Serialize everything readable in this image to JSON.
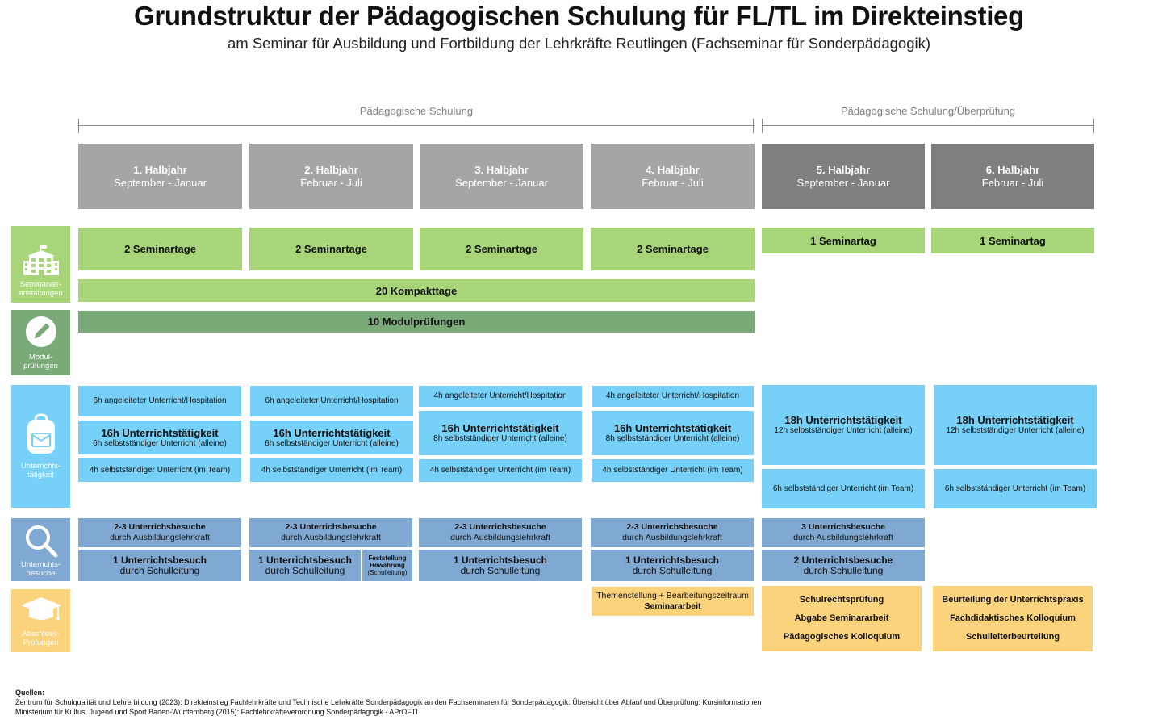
{
  "title": "Grundstruktur der Pädagogischen Schulung für FL/TL im Direkteinstieg",
  "subtitle": "am Seminar für Ausbildung und Fortbildung der Lehrkräfte Reutlingen (Fachseminar für Sonderpädagogik)",
  "phases": [
    {
      "label": "Pädagogische Schulung"
    },
    {
      "label": "Pädagogische Schulung/Überprüfung"
    }
  ],
  "semesters": [
    {
      "name": "1. Halbjahr",
      "period": "September - Januar"
    },
    {
      "name": "2. Halbjahr",
      "period": "Februar - Juli"
    },
    {
      "name": "3. Halbjahr",
      "period": "September - Januar"
    },
    {
      "name": "4. Halbjahr",
      "period": "Februar - Juli"
    },
    {
      "name": "5. Halbjahr",
      "period": "September - Januar"
    },
    {
      "name": "6. Halbjahr",
      "period": "Februar - Juli"
    }
  ],
  "categories": {
    "seminar": "Seminarver-\nanstaltungen",
    "modul": "Modul-\nprüfungen",
    "unterricht": "Unterrichts-\ntätigkeit",
    "besuche": "Unterrichts-\nbesuche",
    "abschluss": "Abschluss-\nPrüfungen"
  },
  "seminartage": [
    "2 Seminartage",
    "2 Seminartage",
    "2 Seminartage",
    "2 Seminartage",
    "1 Seminartag",
    "1 Seminartag"
  ],
  "kompakttage": "20 Kompakttage",
  "modulpruefungen": "10 Modulprüfungen",
  "unterricht": [
    {
      "top": "6h angeleiteter Unterricht/Hospitation",
      "main": "16h Unterrichtstätigkeit",
      "mainsub": "6h selbstständiger Unterricht (alleine)",
      "bottom": "4h selbstständiger Unterricht (im Team)"
    },
    {
      "top": "6h angeleiteter Unterricht/Hospitation",
      "main": "16h Unterrichtstätigkeit",
      "mainsub": "6h selbstständiger Unterricht (alleine)",
      "bottom": "4h selbstständiger Unterricht (im Team)"
    },
    {
      "top": "4h angeleiteter Unterricht/Hospitation",
      "main": "16h Unterrichtstätigkeit",
      "mainsub": "8h selbstständiger Unterricht (alleine)",
      "bottom": "4h selbstständiger Unterricht (im Team)"
    },
    {
      "top": "4h angeleiteter Unterricht/Hospitation",
      "main": "16h Unterrichtstätigkeit",
      "mainsub": "8h selbstständiger Unterricht (alleine)",
      "bottom": "4h selbstständiger Unterricht (im Team)"
    },
    {
      "main": "18h Unterrichtstätigkeit",
      "mainsub": "12h selbstständiger Unterricht (alleine)",
      "bottom": "6h selbstständiger Unterricht (im Team)"
    },
    {
      "main": "18h Unterrichtstätigkeit",
      "mainsub": "12h selbstständiger Unterricht (alleine)",
      "bottom": "6h selbstständiger Unterricht (im Team)"
    }
  ],
  "besuche": [
    {
      "a1": "2-3 Unterrichsbesuche",
      "a2": "durch Ausbildungslehrkraft",
      "b1": "1 Unterrichtsbesuch",
      "b2": "durch Schulleitung"
    },
    {
      "a1": "2-3 Unterrichsbesuche",
      "a2": "durch Ausbildungslehrkraft",
      "b1": "1 Unterrichtsbesuch",
      "b2": "durch Schulleitung",
      "extra1": "Feststellung Bewährung",
      "extra2": "(Schulleitung)"
    },
    {
      "a1": "2-3 Unterrichsbesuche",
      "a2": "durch Ausbildungslehrkraft",
      "b1": "1 Unterrichtsbesuch",
      "b2": "durch Schulleitung"
    },
    {
      "a1": "2-3 Unterrichsbesuche",
      "a2": "durch Ausbildungslehrkraft",
      "b1": "1 Unterrichtsbesuch",
      "b2": "durch Schulleitung"
    },
    {
      "a1": "3 Unterrichsbesuche",
      "a2": "durch Ausbildungslehrkraft",
      "b1": "2 Unterrichtsbesuche",
      "b2": "durch Schulleitung"
    }
  ],
  "abschluss": {
    "h4": [
      "Themenstellung + Bearbeitungszeitraum",
      "Seminararbeit"
    ],
    "h5": [
      "Schulrechtsprüfung",
      "Abgabe Seminararbeit",
      "Pädagogisches Kolloquium"
    ],
    "h6": [
      "Beurteilung der Unterrichtspraxis",
      "Fachdidaktisches Kolloquium",
      "Schulleiterbeurteilung"
    ]
  },
  "sources": {
    "heading": "Quellen:",
    "lines": [
      "Zentrum für Schulqualität und Lehrerbildung (2023): Direkteinstieg Fachlehrkräfte und Technische Lehrkräfte Sonderpädagogik an den Fachseminaren für Sonderpädagogik: Übersicht über Ablauf und Überprüfung: Kursinformationen",
      "Ministerium für Kultus, Jugend und Sport Baden-Württemberg (2015): Fachlehrkräfteverordnung Sonderpädagogik - APrOFTL"
    ]
  },
  "colors": {
    "semester_light": "#a5a5a5",
    "semester_dark": "#7f7f7f",
    "light_green": "#a9d57a",
    "dark_green": "#7aaa78",
    "sky_blue": "#76d0f8",
    "steel_blue": "#7fa9d2",
    "yellow": "#fbd37d"
  }
}
